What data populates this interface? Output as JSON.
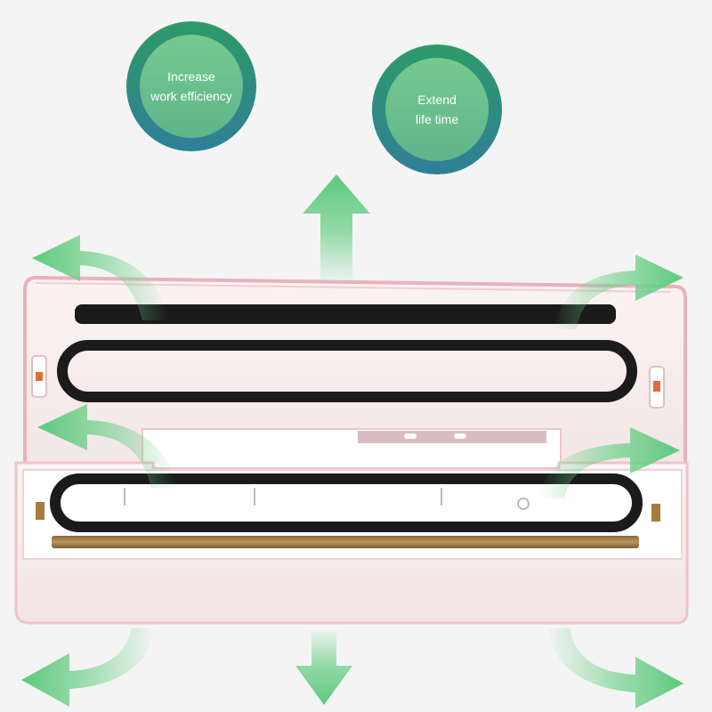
{
  "badges": [
    {
      "line1": "Increase",
      "line2": "work efficiency"
    },
    {
      "line1": "Extend",
      "line2": "life time"
    }
  ],
  "colors": {
    "background": "#f4f4f4",
    "device_body": "#f7eded",
    "device_outline": "#e8b8c0",
    "gasket": "#1b1b1b",
    "arrow_green": "#6fd08a",
    "badge_outer": "#2f8a82",
    "badge_inner": "#6cc08e",
    "heating_strip": "#a88a4e"
  },
  "icons": [
    "airflow-arrow-icon",
    "latch-icon"
  ]
}
